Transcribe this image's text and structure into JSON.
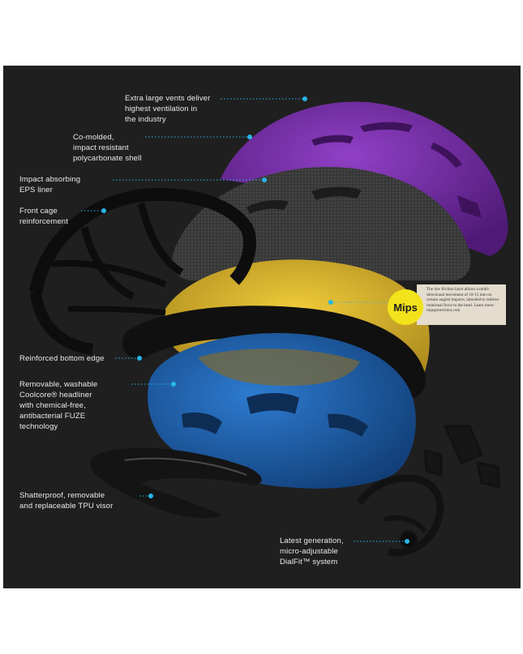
{
  "callouts": {
    "vents": "Extra large vents deliver\nhighest ventilation in\nthe industry",
    "shell": "Co-molded,\nimpact resistant\npolycarbonate shell",
    "eps_liner": "Impact absorbing\nEPS liner",
    "front_cage": "Front cage\nreinforcement",
    "bottom_edge": "Reinforced bottom edge",
    "headliner": "Removable, washable\nCoolcore® headliner\nwith chemical-free,\nantibacterial FUZE\ntechnology",
    "visor": "Shatterproof, removable\nand replaceable TPU visor",
    "dialfit": "Latest generation,\nmicro-adjustable\nDialFit™ system"
  },
  "mips": {
    "logo": "Mips",
    "description": "The low friction layer allows a multi-directional movement of 10-15 mm on certain angled impacts, intended to redirect rotational force to the head. Learn more: mipsprotection.com"
  },
  "colors": {
    "background": "#1f1f1f",
    "shell": "#6e2a9e",
    "eps_liner": "#3b3b3b",
    "mips_layer": "#d9b52a",
    "headliner": "#1f63a8",
    "cage": "#0f0f0f",
    "leader_dot": "#28b6e8",
    "mips_logo": "#f2e21b"
  }
}
